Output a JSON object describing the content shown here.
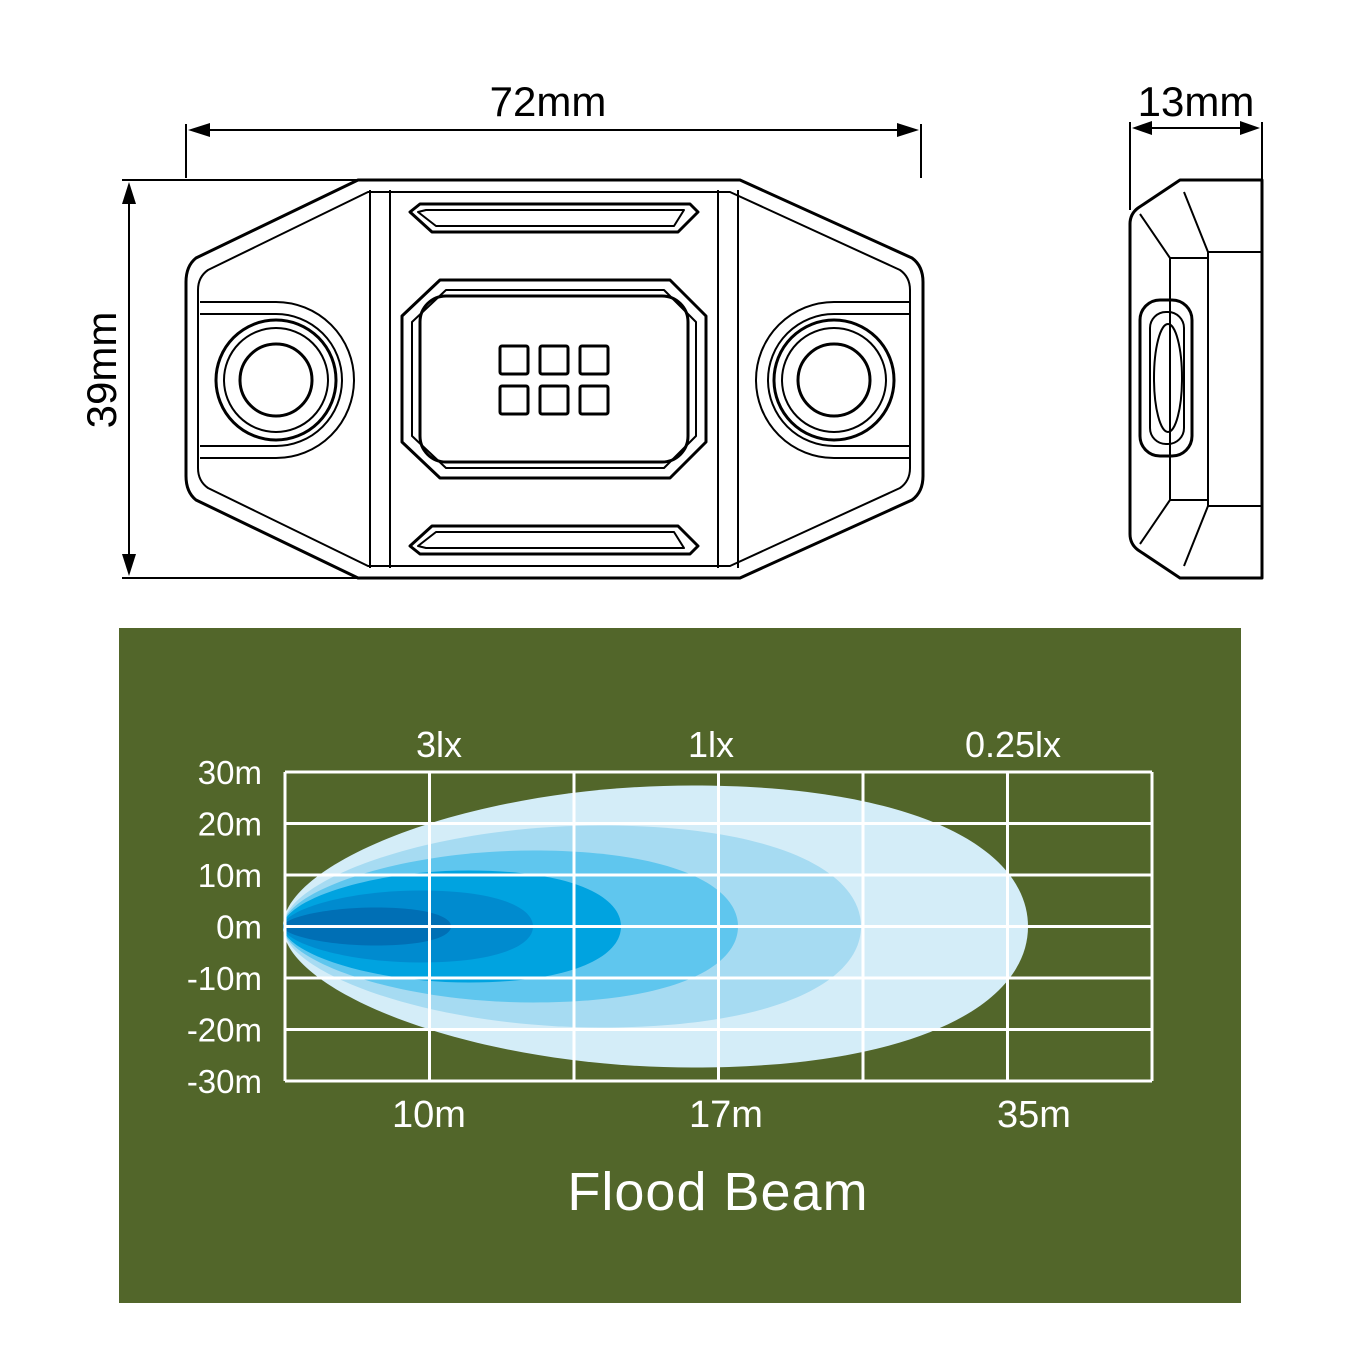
{
  "dimensions": {
    "width_label": "72mm",
    "height_label": "39mm",
    "depth_label": "13mm"
  },
  "beam_panel": {
    "title": "Flood Beam",
    "background_color": "#52662a",
    "grid_color": "#ffffff"
  },
  "chart_data": {
    "type": "diagram",
    "y_ticks": [
      "30m",
      "20m",
      "10m",
      "0m",
      "-10m",
      "-20m",
      "-30m"
    ],
    "x_ticks": [
      "10m",
      "17m",
      "35m"
    ],
    "lux_labels": [
      "3lx",
      "1lx",
      "0.25lx"
    ],
    "ylim": [
      -30,
      30
    ],
    "grid_columns": 6,
    "beam_colors": [
      "#d4edf8",
      "#a6dbf2",
      "#5fc6ee",
      "#00a3e0",
      "#008bcf",
      "#006fb5"
    ]
  }
}
